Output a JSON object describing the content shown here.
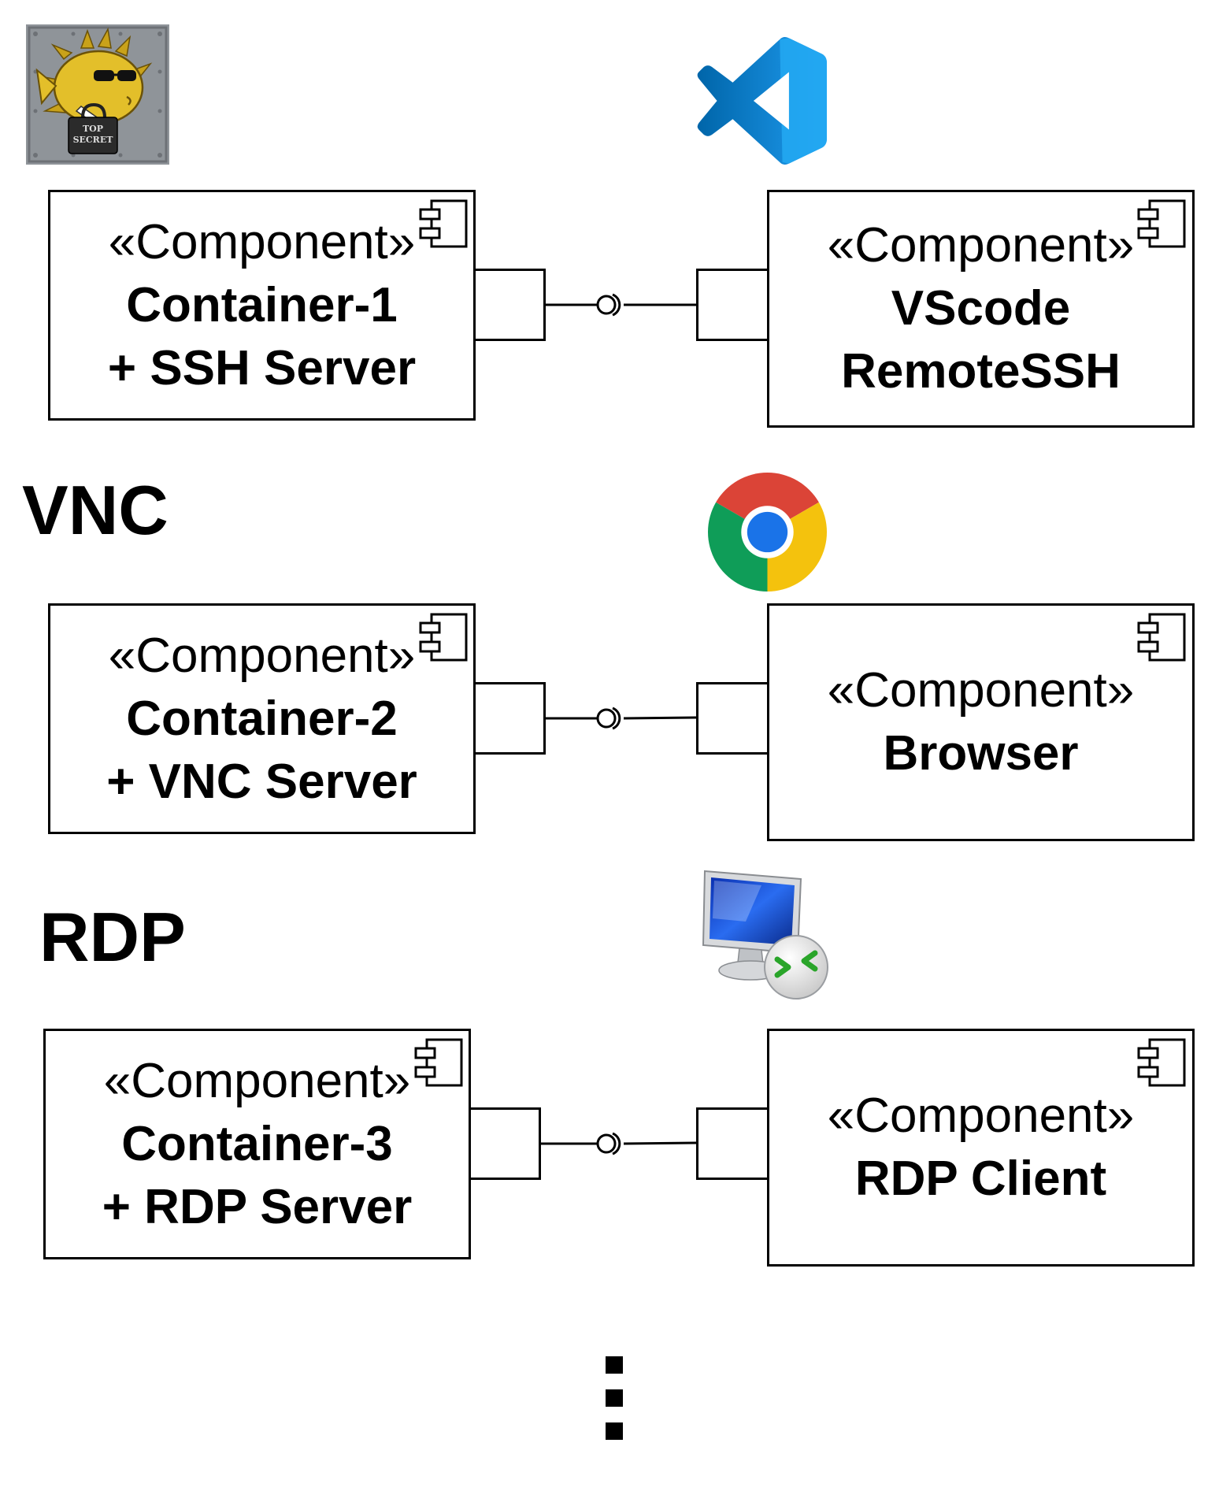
{
  "stereotype": "«Component»",
  "sections": {
    "vnc_label": "VNC",
    "rdp_label": "RDP"
  },
  "rows": [
    {
      "server": {
        "name": "Container-1",
        "detail": "+ SSH Server"
      },
      "client": {
        "name": "VScode",
        "detail": "RemoteSSH"
      },
      "client_icon": "vscode-logo-icon",
      "server_icon": "openssh-pufferfish-logo-icon"
    },
    {
      "server": {
        "name": "Container-2",
        "detail": "+ VNC Server"
      },
      "client": {
        "name": "Browser"
      },
      "client_icon": "chrome-logo-icon"
    },
    {
      "server": {
        "name": "Container-3",
        "detail": "+ RDP Server"
      },
      "client": {
        "name": "RDP Client"
      },
      "client_icon": "remote-desktop-icon"
    }
  ],
  "continuation": "more-items-ellipsis-vertical",
  "colors": {
    "vscode_blue": "#1f9cf0",
    "chrome_red": "#db4437",
    "chrome_yellow": "#f4c20d",
    "chrome_green": "#0f9d58",
    "chrome_blue": "#1a73e8"
  }
}
